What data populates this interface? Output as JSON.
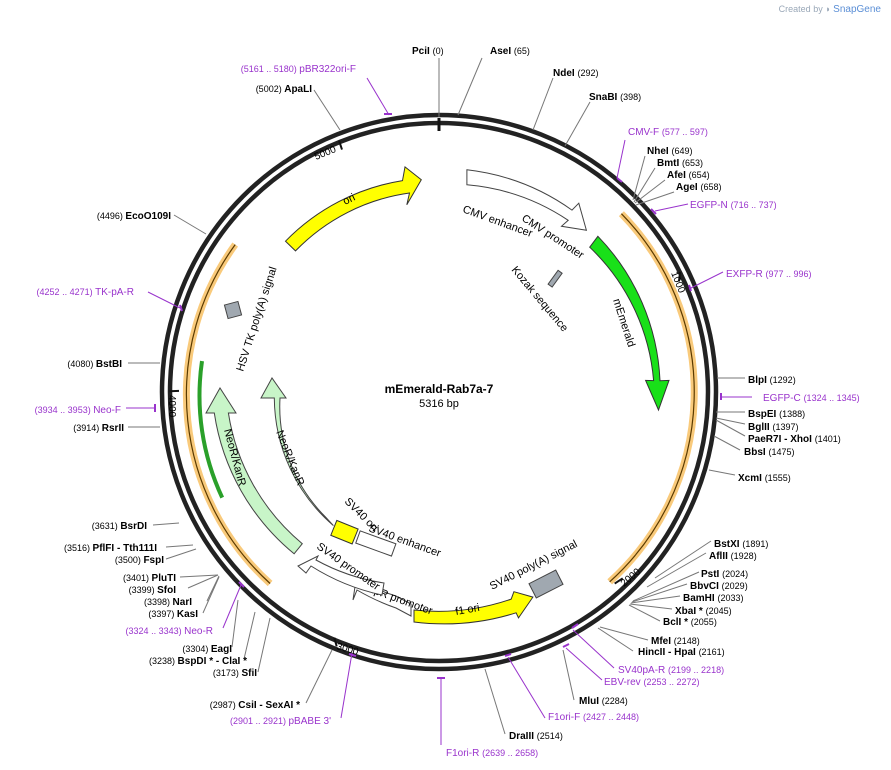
{
  "watermark": {
    "prefix": "Created by",
    "brand": "SnapGene"
  },
  "plasmid": {
    "name": "mEmerald-Rab7a-7",
    "size_label": "5316 bp",
    "length": 5316
  },
  "colors": {
    "backbone": "#222222",
    "enzyme_text": "#000000",
    "primer": "#9933cc",
    "ori": "#ffff00",
    "neo": "#c8f5c8",
    "mEmerald": "#19e019",
    "orange": "#f5a623",
    "grey_box": "#a0a8b0"
  },
  "ticks": [
    "1000",
    "2000",
    "3000",
    "4000",
    "5000"
  ],
  "enzymes": [
    {
      "name": "PciI",
      "pos": "(0)"
    },
    {
      "name": "AseI",
      "pos": "(65)"
    },
    {
      "name": "NdeI",
      "pos": "(292)"
    },
    {
      "name": "SnaBI",
      "pos": "(398)"
    },
    {
      "name": "NheI",
      "pos": "(649)"
    },
    {
      "name": "BmtI",
      "pos": "(653)"
    },
    {
      "name": "AfeI",
      "pos": "(654)"
    },
    {
      "name": "AgeI",
      "pos": "(658)"
    },
    {
      "name": "BlpI",
      "pos": "(1292)"
    },
    {
      "name": "BspEI",
      "pos": "(1388)"
    },
    {
      "name": "BglII",
      "pos": "(1397)"
    },
    {
      "name": "PaeR7I - XhoI",
      "pos": "(1401)"
    },
    {
      "name": "BbsI",
      "pos": "(1475)"
    },
    {
      "name": "XcmI",
      "pos": "(1555)"
    },
    {
      "name": "BstXI",
      "pos": "(1891)"
    },
    {
      "name": "AflII",
      "pos": "(1928)"
    },
    {
      "name": "PstI",
      "pos": "(2024)"
    },
    {
      "name": "BbvCI",
      "pos": "(2029)"
    },
    {
      "name": "BamHI",
      "pos": "(2033)"
    },
    {
      "name": "XbaI *",
      "pos": "(2045)"
    },
    {
      "name": "BclI *",
      "pos": "(2055)"
    },
    {
      "name": "MfeI",
      "pos": "(2148)"
    },
    {
      "name": "HincII - HpaI",
      "pos": "(2161)"
    },
    {
      "name": "MluI",
      "pos": "(2284)"
    },
    {
      "name": "DraIII",
      "pos": "(2514)"
    },
    {
      "name": "CsiI - SexAI *",
      "pos": "(2987)"
    },
    {
      "name": "SfiI",
      "pos": "(3173)"
    },
    {
      "name": "BspDI * - ClaI *",
      "pos": "(3238)"
    },
    {
      "name": "EagI",
      "pos": "(3304)"
    },
    {
      "name": "KasI",
      "pos": "(3397)"
    },
    {
      "name": "NarI",
      "pos": "(3398)"
    },
    {
      "name": "SfoI",
      "pos": "(3399)"
    },
    {
      "name": "PluTI",
      "pos": "(3401)"
    },
    {
      "name": "FspI",
      "pos": "(3500)"
    },
    {
      "name": "PflFI - Tth111I",
      "pos": "(3516)"
    },
    {
      "name": "BsrDI",
      "pos": "(3631)"
    },
    {
      "name": "RsrII",
      "pos": "(3914)"
    },
    {
      "name": "BstBI",
      "pos": "(4080)"
    },
    {
      "name": "EcoO109I",
      "pos": "(4496)"
    },
    {
      "name": "ApaLI",
      "pos": "(5002)"
    }
  ],
  "primers": [
    {
      "name": "pBR322ori-F",
      "range": "(5161 .. 5180)"
    },
    {
      "name": "CMV-F",
      "range": "(577 .. 597)"
    },
    {
      "name": "EGFP-N",
      "range": "(716 .. 737)"
    },
    {
      "name": "EXFP-R",
      "range": "(977 .. 996)"
    },
    {
      "name": "EGFP-C",
      "range": "(1324 .. 1345)"
    },
    {
      "name": "SV40pA-R",
      "range": "(2199 .. 2218)"
    },
    {
      "name": "EBV-rev",
      "range": "(2253 .. 2272)"
    },
    {
      "name": "F1ori-F",
      "range": "(2427 .. 2448)"
    },
    {
      "name": "F1ori-R",
      "range": "(2639 .. 2658)"
    },
    {
      "name": "pBABE 3'",
      "range": "(2901 .. 2921)"
    },
    {
      "name": "Neo-R",
      "range": "(3324 .. 3343)"
    },
    {
      "name": "Neo-F",
      "range": "(3934 .. 3953)"
    },
    {
      "name": "TK-pA-R",
      "range": "(4252 .. 4271)"
    }
  ],
  "features": [
    "ori",
    "CMV enhancer",
    "CMV promoter",
    "Kozak sequence",
    "mEmerald",
    "SV40 poly(A) signal",
    "f1 ori",
    "AmpR promoter",
    "SV40 promoter",
    "SV40 enhancer",
    "SV40 ori",
    "NeoR/KanR",
    "NeoR/KanR",
    "HSV TK poly(A) signal"
  ]
}
